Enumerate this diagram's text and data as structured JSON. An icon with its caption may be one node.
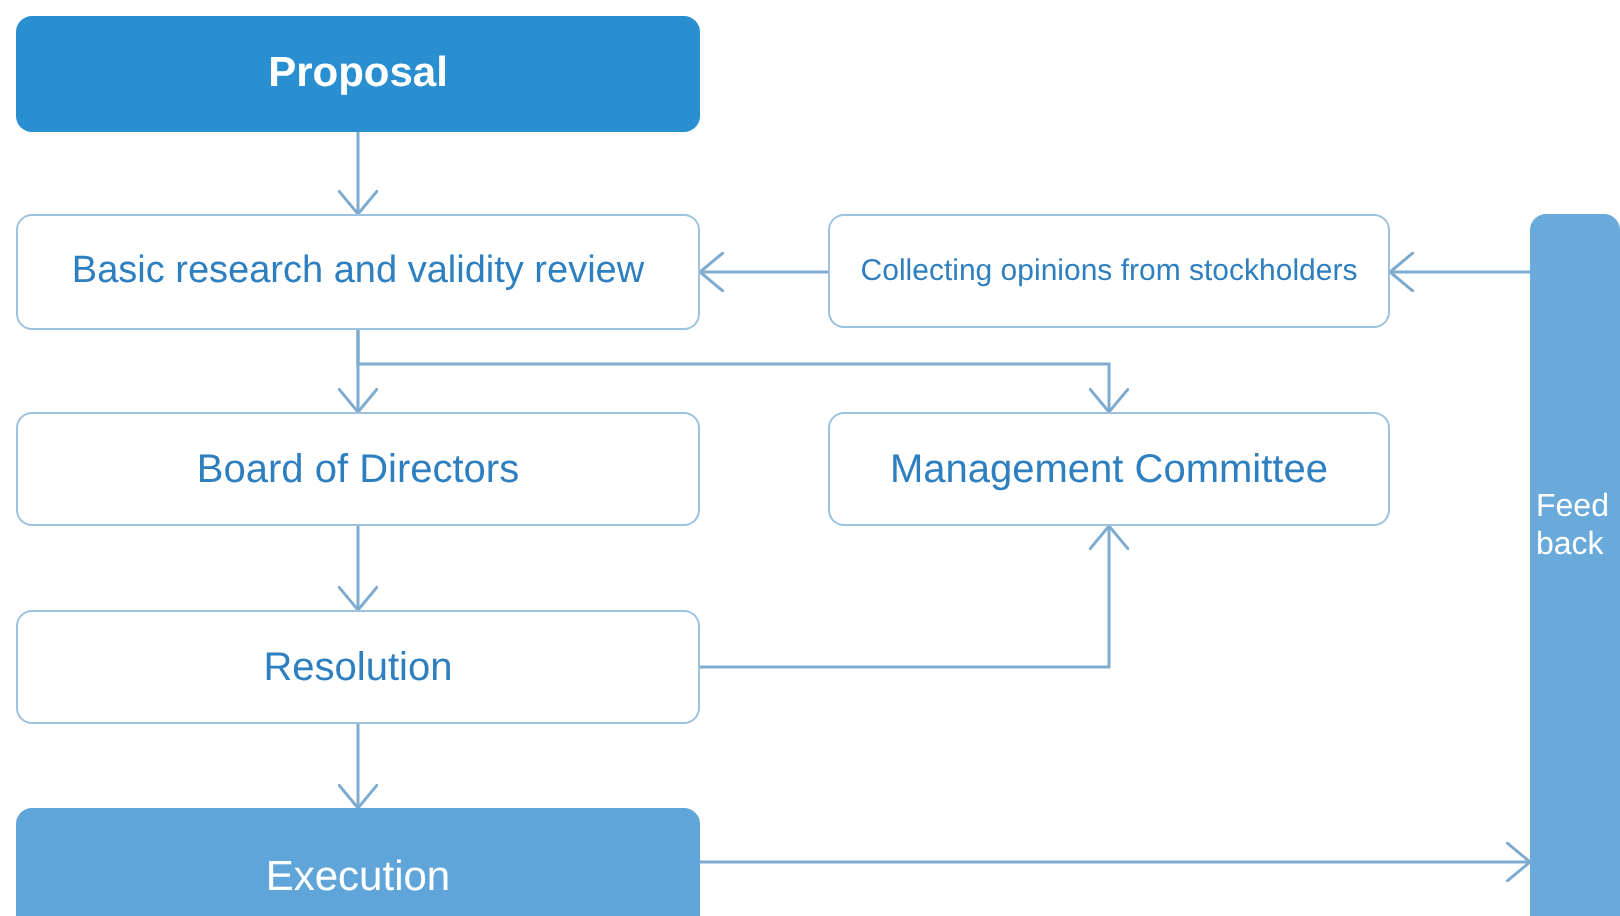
{
  "diagram": {
    "nodes": [
      {
        "text": [
          "Proposal"
        ]
      },
      {
        "text": [
          "Basic research and validity review"
        ]
      },
      {
        "text": [
          "Collecting opinions from stockholders"
        ]
      },
      {
        "text": [
          "Feed back"
        ]
      },
      {
        "text": [
          "Board of Directors"
        ]
      },
      {
        "text": [
          "Management Committee"
        ]
      },
      {
        "text": [
          "Resolution"
        ]
      },
      {
        "text": [
          "Execution"
        ]
      }
    ],
    "edges": [
      {
        "from": 0,
        "to": 1,
        "arrow": "to"
      },
      {
        "from": 2,
        "to": 1,
        "arrow": "to"
      },
      {
        "from": 3,
        "to": 2,
        "arrow": "to"
      },
      {
        "from": 1,
        "to": 4,
        "arrow": "to"
      },
      {
        "from": 1,
        "to": 5,
        "arrow": "to"
      },
      {
        "from": 4,
        "to": 6,
        "arrow": "to"
      },
      {
        "from": 6,
        "to": 5,
        "arrow": "to"
      },
      {
        "from": 6,
        "to": 7,
        "arrow": "to"
      },
      {
        "from": 7,
        "to": 3,
        "arrow": "to"
      }
    ]
  }
}
